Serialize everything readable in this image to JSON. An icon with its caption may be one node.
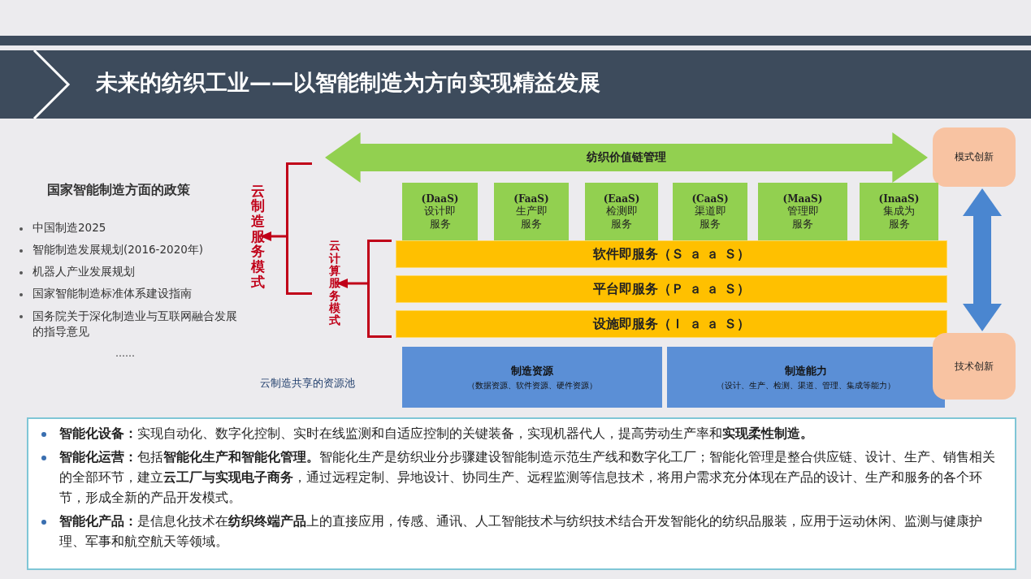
{
  "diagram": {
    "title": "未来的纺织工业——以智能制造为方向实现精益发展",
    "nodes": [
      {
        "text": [
          "纺织价值链管理"
        ]
      },
      {
        "text": [
          "模式创新"
        ]
      },
      {
        "text": [
          "(DaaS)",
          "设计即服务"
        ]
      },
      {
        "text": [
          "(FaaS)",
          "生产即服务"
        ]
      },
      {
        "text": [
          "(EaaS)",
          "检测即服务"
        ]
      },
      {
        "text": [
          "(CaaS)",
          "渠道即服务"
        ]
      },
      {
        "text": [
          "(MaaS)",
          "管理即服务"
        ]
      },
      {
        "text": [
          "(InaaS)",
          "集成为服务"
        ]
      },
      {
        "text": [
          "软件即服务（Ｓ ａ ａ Ｓ）"
        ]
      },
      {
        "text": [
          "平台即服务（Ｐ ａ ａ Ｓ）"
        ]
      },
      {
        "text": [
          "设施即服务（Ｉ ａ ａ Ｓ）"
        ]
      },
      {
        "text": [
          "制造资源",
          "（数据资源、软件资源、硬件资源）"
        ]
      },
      {
        "text": [
          "制造能力",
          "（设计、生产、检测、渠道、管理、集成等能力）"
        ]
      },
      {
        "text": [
          "技术创新"
        ]
      },
      {
        "text": [
          "云制造服务模式"
        ]
      },
      {
        "text": [
          "云计算服务模式"
        ]
      },
      {
        "text": [
          "**智能化设备：**实现自动化、数字化控制、实时在线监测和自适应控制的关键装备，实现机器代人，提高劳动生产率和**实现柔性制造。**",
          "**智能化运营：**包括**智能化生产和智能化管理。**智能化生产是纺织业分步骤建设智能制造示范生产线和数字化工厂；智能化管理是整合供应链、设计、生产、销售相关的全部环节，建立**云工厂与实现电子商务**，通过远程定制、异地设计、协同生产、远程监测等信息技术，将用户需求充分体现在产品的设计、生产和服务的各个环节，形成全新的产品开发模式。",
          "**智能化产品：**是信息化技术在**纺织终端产品**上的直接应用，传感、通讯、人工智能技术与纺织技术结合开发智能化的纺织品服装，应用于运动休闲、监测与健康护理、军事和航空航天等领域。"
        ]
      },
      {
        "text": [],
        "shape": "bracket"
      },
      {
        "text": [],
        "shape": "bracket"
      }
    ],
    "edges": [
      {
        "from": 1,
        "to": 13,
        "arrow": "both",
        "style": "thick",
        "color": "#4a86d0"
      },
      {
        "from": 17,
        "to": 14,
        "arrow": "to"
      },
      {
        "from": 18,
        "to": 15,
        "arrow": "to"
      }
    ],
    "labels": [
      "国家智能制造方面的政策",
      "中国制造2025",
      "智能制造发展规划(2016-2020年)",
      "机器人产业发展规划",
      "国家智能制造标准体系建设指南",
      "国务院关于深化制造业与互联网融合发展的指导意见",
      "……",
      "云制造共享的资源池"
    ]
  }
}
